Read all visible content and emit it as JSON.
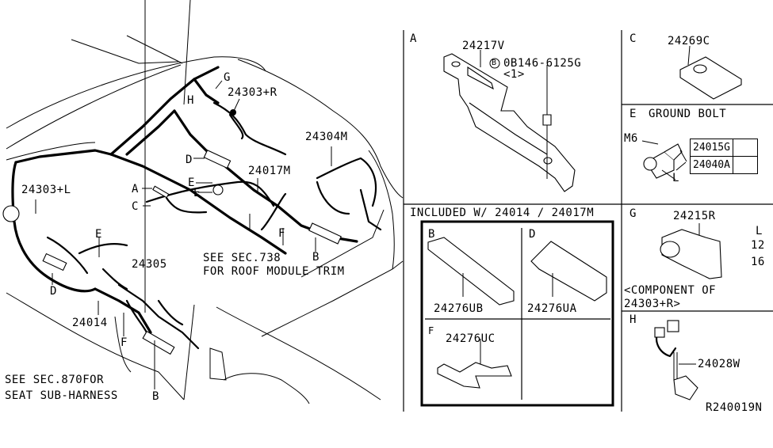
{
  "diagram": {
    "reference_code": "R240019N",
    "main_view": {
      "part_labels": {
        "p24303R": "24303+R",
        "p24304M": "24304M",
        "p24017M": "24017M",
        "p24303L": "24303+L",
        "p24305": "24305",
        "p24014": "24014"
      },
      "callout_letters": {
        "G": "G",
        "H": "H",
        "D_top": "D",
        "E_top1": "E",
        "E_top2": "E",
        "A": "A",
        "C": "C",
        "F_mid": "F",
        "B_mid": "B",
        "E_left": "E",
        "D_left": "D",
        "F_low": "F",
        "B_low": "B"
      },
      "notes": {
        "roof_line1": "SEE SEC.738",
        "roof_line2": "FOR ROOF MODULE TRIM",
        "seat_line1": "SEE SEC.870FOR",
        "seat_line2": "SEAT SUB-HARNESS"
      }
    },
    "panels": {
      "A": {
        "letter": "A",
        "part": "24217V",
        "bolt_symbol": "B",
        "bolt_part": "0B146-6125G",
        "bolt_qty": "<1>"
      },
      "C": {
        "letter": "C",
        "part": "24269C"
      },
      "E": {
        "letter": "E",
        "title": "GROUND BOLT",
        "size": "M6",
        "dim_label": "L",
        "table": [
          {
            "part": "24015G",
            "value": ""
          },
          {
            "part": "24040A",
            "value": ""
          }
        ]
      },
      "included": {
        "title": "INCLUDED W/ 24014 / 24017M",
        "cells": [
          {
            "letter": "B",
            "part": "24276UB"
          },
          {
            "letter": "D",
            "part": "24276UA"
          },
          {
            "letter": "F",
            "part": "24276UC"
          }
        ]
      },
      "G": {
        "letter": "G",
        "part": "24215R",
        "l_header": "L",
        "l_values": [
          "12",
          "16"
        ],
        "note_line1": "<COMPONENT OF",
        "note_line2": "24303+R>"
      },
      "H": {
        "letter": "H",
        "part": "24028W"
      }
    }
  }
}
